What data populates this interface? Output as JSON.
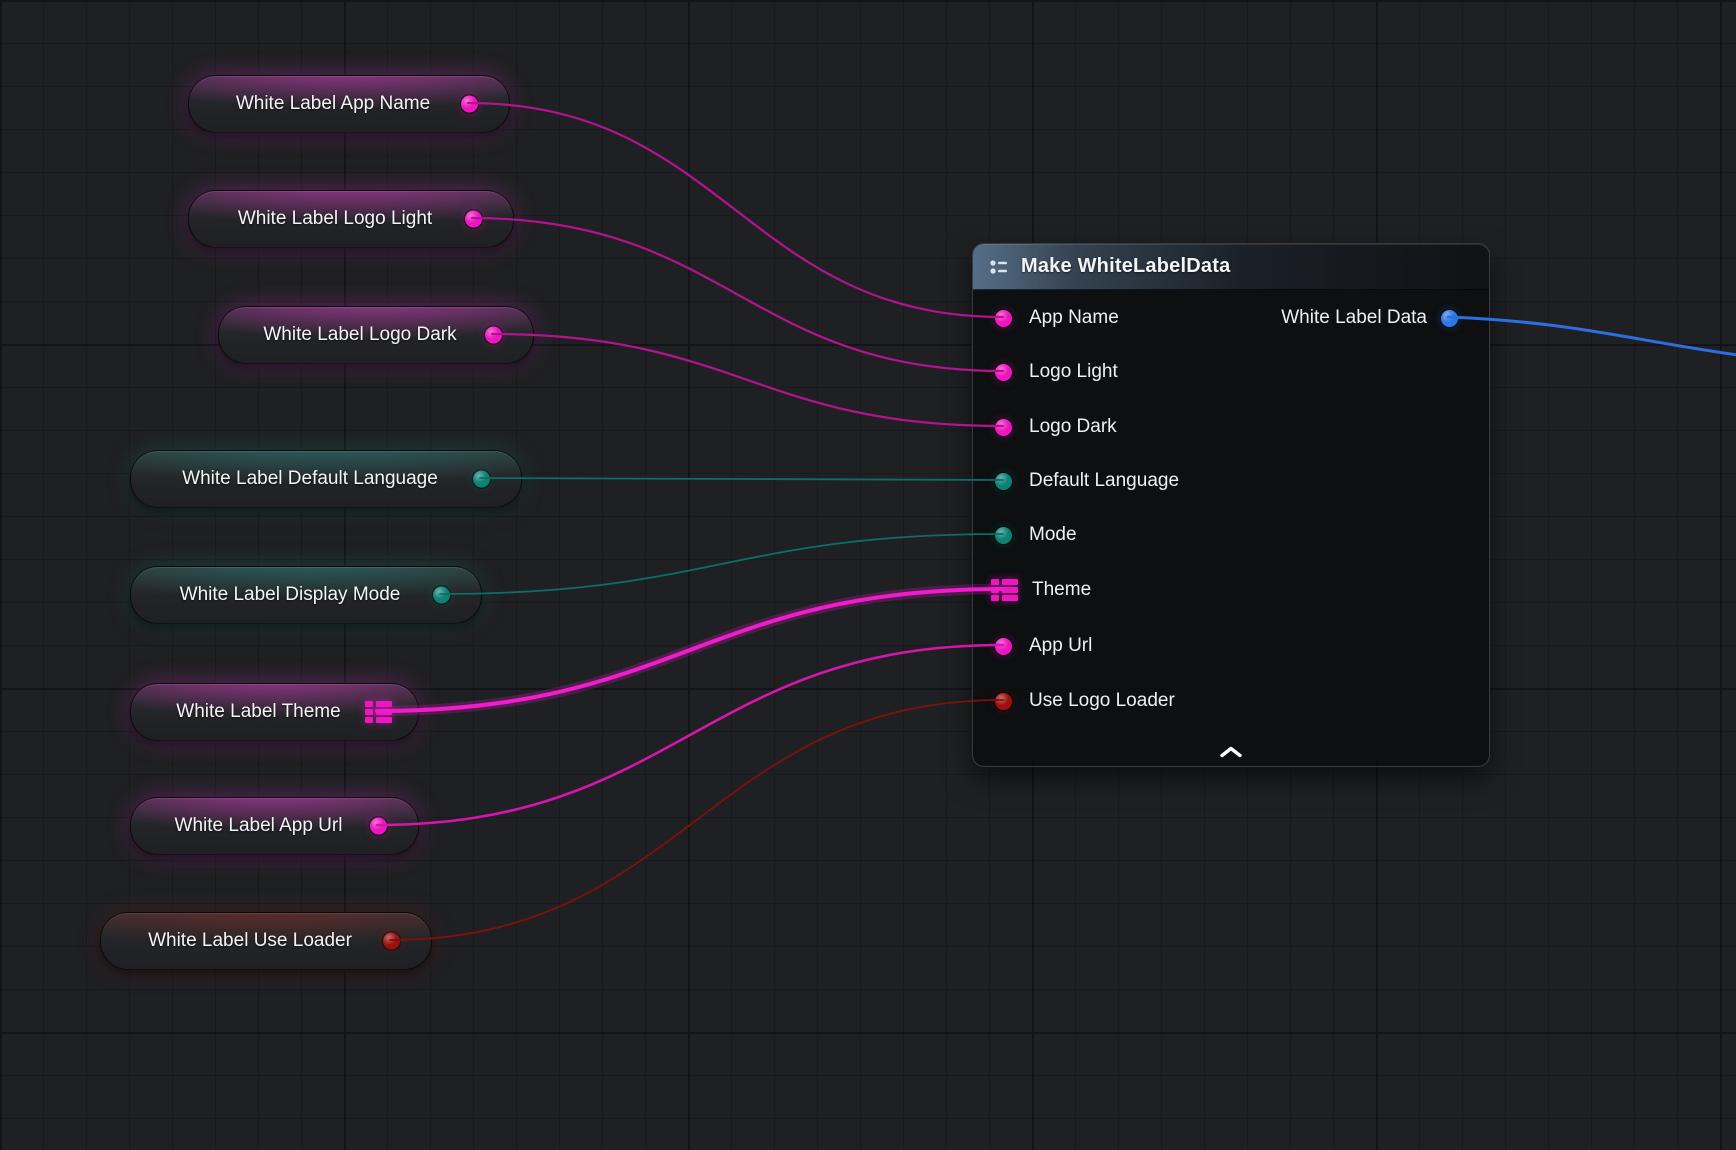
{
  "canvas": {
    "bg": "#1f2023",
    "grid_minor": "#191a1d",
    "grid_major": "#131417"
  },
  "palette": {
    "pin": {
      "pink": "#ee16c0",
      "teal": "#0d8173",
      "red": "#9c120e",
      "blue": "#2e77e6"
    },
    "wire": {
      "pink_dim": "#b4138f",
      "pink_mid": "#d615ab",
      "pink_bright": "#f11ccb",
      "teal": "#0d6e63",
      "red": "#7c120e",
      "blue": "#2b6fe0"
    }
  },
  "getter_nodes": [
    {
      "id": "app_name",
      "label": "White Label App Name",
      "pin": "pink"
    },
    {
      "id": "logo_light",
      "label": "White Label Logo Light",
      "pin": "pink"
    },
    {
      "id": "logo_dark",
      "label": "White Label Logo Dark",
      "pin": "pink"
    },
    {
      "id": "default_language",
      "label": "White Label Default Language",
      "pin": "teal"
    },
    {
      "id": "display_mode",
      "label": "White Label Display Mode",
      "pin": "teal"
    },
    {
      "id": "theme",
      "label": "White Label Theme",
      "pin": "pink",
      "pin_icon": "struct-grid-icon"
    },
    {
      "id": "app_url",
      "label": "White Label App Url",
      "pin": "pink"
    },
    {
      "id": "use_loader",
      "label": "White Label Use Loader",
      "pin": "red"
    }
  ],
  "make_node": {
    "title": "Make WhiteLabelData",
    "icon": "make-struct-icon",
    "inputs": [
      {
        "id": "in_app_name",
        "label": "App Name",
        "pin": "pink"
      },
      {
        "id": "in_logo_light",
        "label": "Logo Light",
        "pin": "pink"
      },
      {
        "id": "in_logo_dark",
        "label": "Logo Dark",
        "pin": "pink"
      },
      {
        "id": "in_default_language",
        "label": "Default Language",
        "pin": "teal"
      },
      {
        "id": "in_mode",
        "label": "Mode",
        "pin": "teal"
      },
      {
        "id": "in_theme",
        "label": "Theme",
        "pin": "pink",
        "pin_icon": "struct-grid-icon"
      },
      {
        "id": "in_app_url",
        "label": "App Url",
        "pin": "pink"
      },
      {
        "id": "in_use_logo_loader",
        "label": "Use Logo Loader",
        "pin": "red"
      }
    ],
    "output": {
      "id": "out_data",
      "label": "White Label Data",
      "pin": "blue"
    }
  },
  "connections": [
    {
      "from": "app_name",
      "to": "in_app_name",
      "color_key": "pink_dim",
      "width": 2.2
    },
    {
      "from": "logo_light",
      "to": "in_logo_light",
      "color_key": "pink_dim",
      "width": 2.2
    },
    {
      "from": "logo_dark",
      "to": "in_logo_dark",
      "color_key": "pink_dim",
      "width": 2.2
    },
    {
      "from": "default_language",
      "to": "in_default_language",
      "color_key": "teal",
      "width": 1.8
    },
    {
      "from": "display_mode",
      "to": "in_mode",
      "color_key": "teal",
      "width": 1.8
    },
    {
      "from": "theme",
      "to": "in_theme",
      "color_key": "pink_bright",
      "width": 4.0
    },
    {
      "from": "app_url",
      "to": "in_app_url",
      "color_key": "pink_mid",
      "width": 2.6
    },
    {
      "from": "use_loader",
      "to": "in_use_logo_loader",
      "color_key": "red",
      "width": 1.8
    },
    {
      "from": "out_data",
      "to": "offscreen_right",
      "color_key": "blue",
      "width": 3.0
    }
  ]
}
